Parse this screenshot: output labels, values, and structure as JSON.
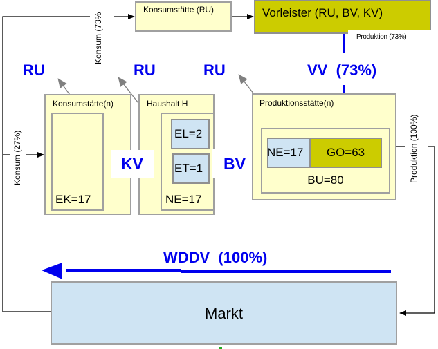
{
  "diagram": {
    "top_consumption_site": "Konsumstätte (RU)",
    "supplier": "Vorleister (RU, BV, KV)",
    "production_73_label": "Produktion (73%)",
    "konsum_73_label": "Konsum (73%",
    "konsum_27_label": "Konsum (27%)",
    "produktion_100_label": "Produktion (100%)",
    "ru_labels": [
      "RU",
      "RU",
      "RU"
    ],
    "vv_label": "VV  (73%)",
    "consumption_site_n": {
      "title": "Konsumstätte(n)",
      "ek": "EK=17"
    },
    "household": {
      "title": "Haushalt H",
      "el": "EL=2",
      "et": "ET=1",
      "ne": "NE=17"
    },
    "kv_label": "KV",
    "bv_label": "BV",
    "production_site": {
      "title": "Produktionsstätte(n)",
      "ne": "NE=17",
      "go": "GO=63",
      "bu": "BU=80"
    },
    "wddv_label": "WDDV  (100%)",
    "market": "Markt"
  },
  "colors": {
    "flow_blue": "#0000ee",
    "box_yellow": "#ffffcc",
    "box_olive": "#cccc00",
    "box_blue": "#cfe4f3",
    "arrow_gray": "#808080"
  }
}
